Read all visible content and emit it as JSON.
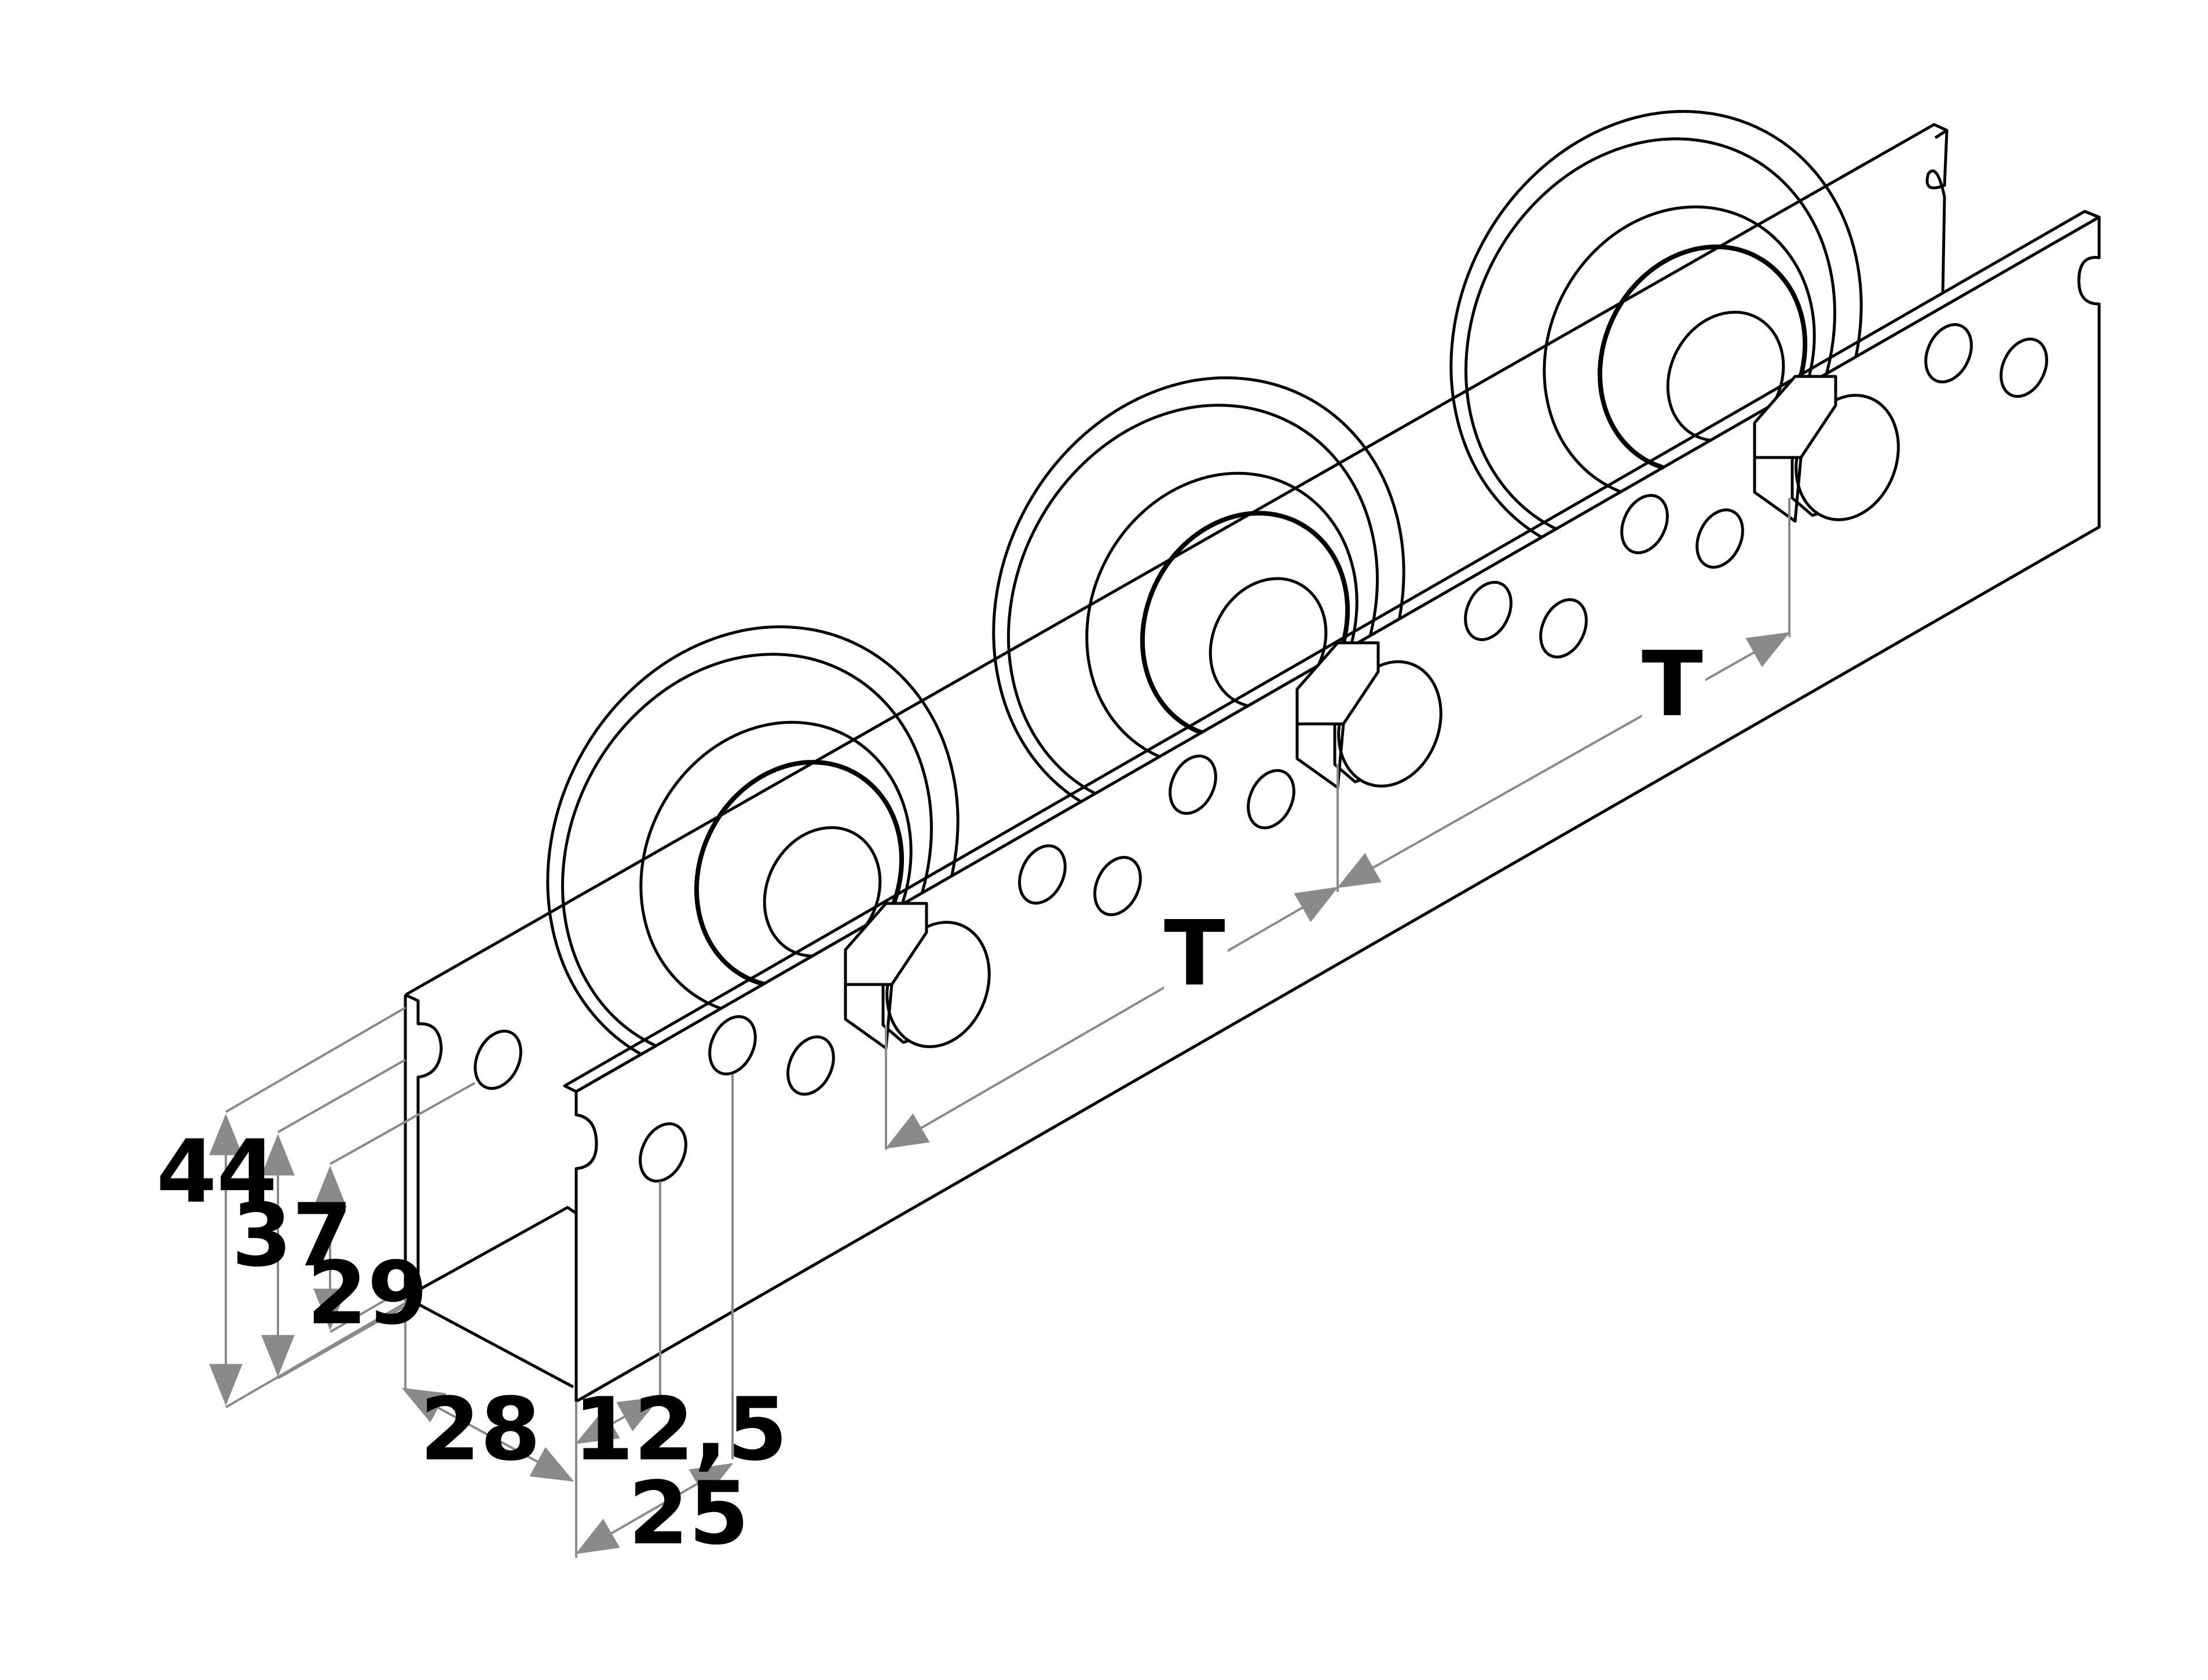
{
  "dimensions": {
    "height_outer": "44",
    "height_mid": "37",
    "height_inner": "29",
    "width_inner": "28",
    "hole_offset": "12,5",
    "hole_offset_2": "25",
    "pitch_1": "T",
    "pitch_2": "T"
  },
  "colors": {
    "line": "#000000",
    "dimension": "#8a8a8a",
    "background": "#ffffff"
  }
}
